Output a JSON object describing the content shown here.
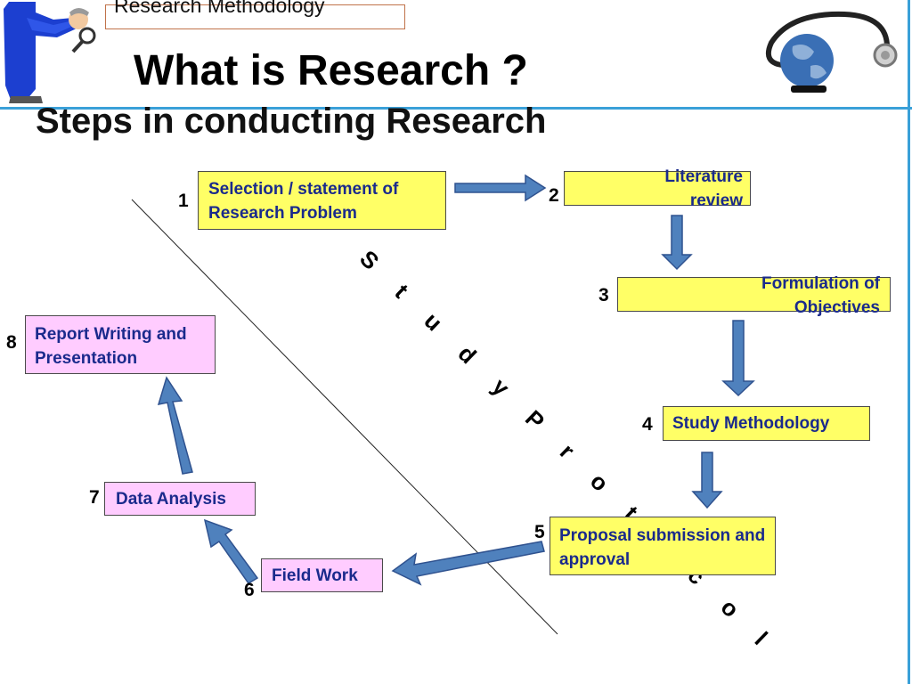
{
  "header": {
    "course": "Research Methodology"
  },
  "title": "What is Research ?",
  "subtitle": "Steps in conducting Research",
  "diagonal_label": "S t u d y   P r o t o c o l",
  "steps": [
    {
      "num": "1",
      "label": "Selection / statement of Research Problem"
    },
    {
      "num": "2",
      "label": "Literature review"
    },
    {
      "num": "3",
      "label": "Formulation of Objectives"
    },
    {
      "num": "4",
      "label": "Study Methodology"
    },
    {
      "num": "5",
      "label": "Proposal submission and approval"
    },
    {
      "num": "6",
      "label": "Field Work"
    },
    {
      "num": "7",
      "label": "Data Analysis"
    },
    {
      "num": "8",
      "label": "Report Writing and Presentation"
    }
  ],
  "colors": {
    "phase1_box": "#ffff66",
    "phase2_box": "#ffccff",
    "arrow": "#4f81bd",
    "rule": "#3aa0d8",
    "step_text": "#1a2a8c"
  }
}
